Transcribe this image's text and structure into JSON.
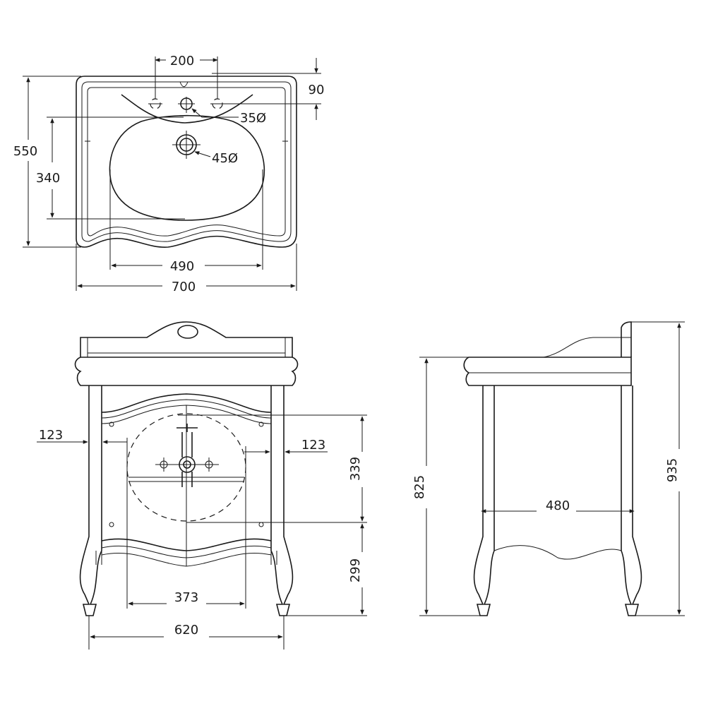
{
  "drawing": {
    "top_view": {
      "hole_spacing": "200",
      "tap_hole_offset": "90",
      "tap_hole_dia": "35Ø",
      "drain_dia": "45Ø",
      "depth": "550",
      "bowl_depth": "340",
      "bowl_width": "490",
      "width": "700"
    },
    "front_view": {
      "left_inset": "123",
      "right_inset": "123",
      "upper_height": "339",
      "lower_height": "299",
      "inner_width": "373",
      "leg_width": "620"
    },
    "side_view": {
      "height_to_rim": "825",
      "total_height": "935",
      "depth": "480"
    }
  }
}
